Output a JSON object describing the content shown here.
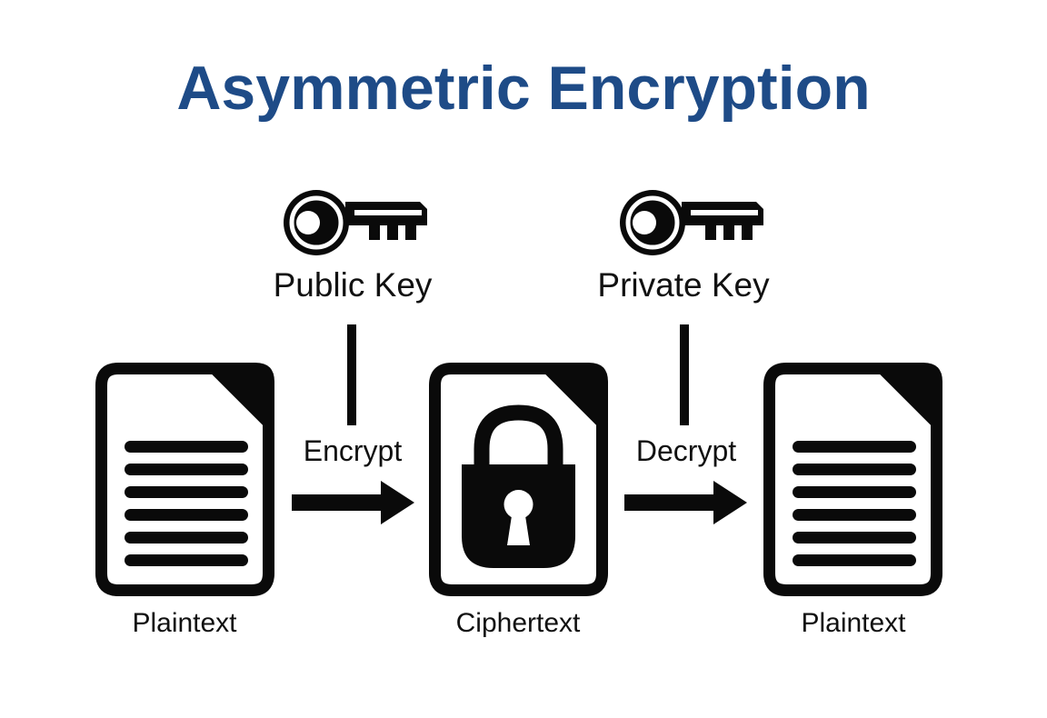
{
  "title": "Asymmetric Encryption",
  "colors": {
    "title_blue": "#1E4B87",
    "diagram_black": "#0A0A0A",
    "background": "#FFFFFF"
  },
  "keys": {
    "public": {
      "label": "Public Key",
      "icon": "key-icon"
    },
    "private": {
      "label": "Private Key",
      "icon": "key-icon"
    }
  },
  "documents": {
    "input": {
      "label": "Plaintext",
      "icon": "document-text-icon"
    },
    "cipher": {
      "label": "Ciphertext",
      "icon": "document-lock-icon"
    },
    "output": {
      "label": "Plaintext",
      "icon": "document-text-icon"
    }
  },
  "operations": {
    "encrypt": {
      "label": "Encrypt",
      "icon": "arrow-right-icon"
    },
    "decrypt": {
      "label": "Decrypt",
      "icon": "arrow-right-icon"
    }
  }
}
